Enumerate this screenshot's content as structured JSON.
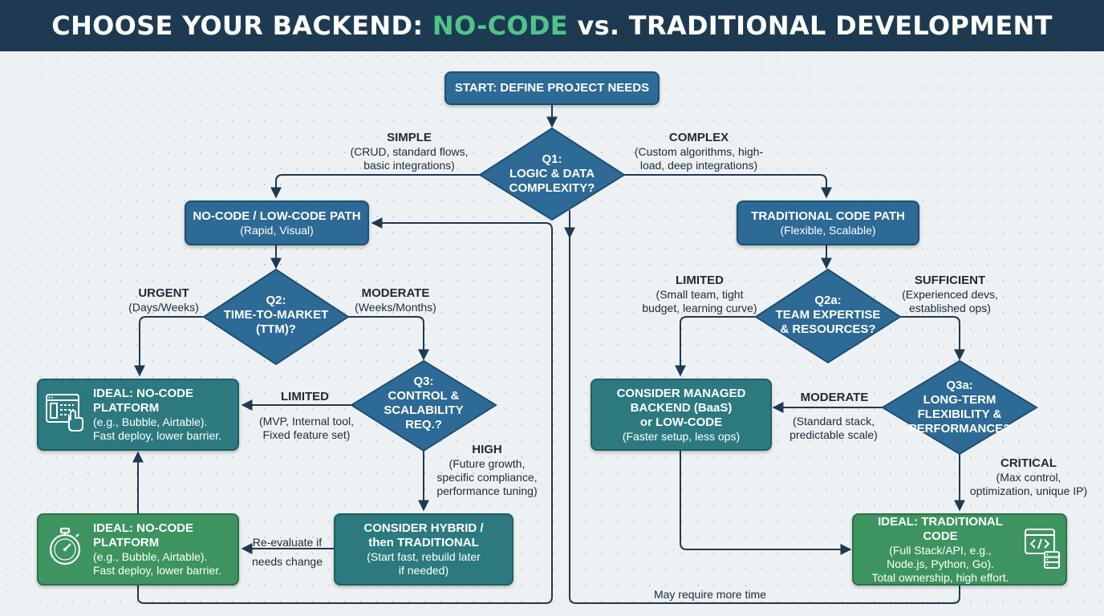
{
  "header": {
    "title_pre": "CHOOSE YOUR BACKEND: ",
    "title_accent": "NO-CODE",
    "title_post": " vs. TRADITIONAL DEVELOPMENT"
  },
  "colors": {
    "header_bg": "#1e3a52",
    "accent": "#4fc48a",
    "blue_node": "#2d6a96",
    "teal_node": "#2c7a80",
    "green_node": "#3d9460",
    "connector": "#1e3a52"
  },
  "nodes": {
    "start": {
      "title": "START: DEFINE PROJECT NEEDS"
    },
    "q1": {
      "line1": "Q1:",
      "line2": "LOGIC & DATA",
      "line3": "COMPLEXITY?"
    },
    "nocode_path": {
      "title": "NO-CODE / LOW-CODE PATH",
      "sub": "(Rapid, Visual)"
    },
    "trad_path": {
      "title": "TRADITIONAL CODE PATH",
      "sub": "(Flexible, Scalable)"
    },
    "q2": {
      "line1": "Q2:",
      "line2": "TIME-TO-MARKET",
      "line3": "(TTM)?"
    },
    "q3": {
      "line1": "Q3:",
      "line2": "CONTROL &",
      "line3": "SCALABILITY",
      "line4": "REQ.?"
    },
    "q2a": {
      "line1": "Q2a:",
      "line2": "TEAM EXPERTISE",
      "line3": "& RESOURCES?"
    },
    "q3a": {
      "line1": "Q3a:",
      "line2": "LONG-TERM",
      "line3": "FLEXIBILITY &",
      "line4": "PERFORMANCE?"
    },
    "ideal_nocode_1": {
      "title1": "IDEAL: NO-CODE",
      "title2": "PLATFORM",
      "sub1": "(e.g., Bubble, Airtable).",
      "sub2": "Fast deploy, lower barrier.",
      "icon": "visual-builder-icon"
    },
    "ideal_nocode_2": {
      "title1": "IDEAL: NO-CODE",
      "title2": "PLATFORM",
      "sub1": "(e.g., Bubble, Airtable).",
      "sub2": "Fast deploy, lower barrier.",
      "icon": "stopwatch-icon"
    },
    "hybrid": {
      "title1": "CONSIDER HYBRID /",
      "title2": "then TRADITIONAL",
      "sub1": "(Start fast, rebuild later",
      "sub2": "if needed)"
    },
    "managed": {
      "title1": "CONSIDER MANAGED",
      "title2": "BACKEND (BaaS)",
      "title3": "or LOW-CODE",
      "sub1": "(Faster setup, less ops)"
    },
    "ideal_trad": {
      "title1": "IDEAL: TRADITIONAL CODE",
      "sub1": "(Full Stack/API, e.g.,",
      "sub2": "Node.js, Python, Go).",
      "sub3": "Total ownership, high effort.",
      "icon": "code-window-icon"
    }
  },
  "labels": {
    "simple": {
      "head": "SIMPLE",
      "l1": "(CRUD, standard flows,",
      "l2": "basic integrations)"
    },
    "complex": {
      "head": "COMPLEX",
      "l1": "(Custom algorithms, high-",
      "l2": "load, deep integrations)"
    },
    "urgent": {
      "head": "URGENT",
      "l1": "(Days/Weeks)"
    },
    "moderate_ttm": {
      "head": "MODERATE",
      "l1": "(Weeks/Months)"
    },
    "limited_q3": {
      "head": "LIMITED",
      "l1": "(MVP, Internal tool,",
      "l2": "Fixed feature set)"
    },
    "high": {
      "head": "HIGH",
      "l1": "(Future growth,",
      "l2": "specific compliance,",
      "l3": "performance tuning)"
    },
    "limited_q2a": {
      "head": "LIMITED",
      "l1": "(Small team, tight",
      "l2": "budget, learning curve)"
    },
    "sufficient": {
      "head": "SUFFICIENT",
      "l1": "(Experienced devs,",
      "l2": "established ops)"
    },
    "moderate_q3a": {
      "head": "MODERATE",
      "l1": "(Standard stack,",
      "l2": "predictable scale)"
    },
    "critical": {
      "head": "CRITICAL",
      "l1": "(Max control,",
      "l2": "optimization, unique IP)"
    },
    "reevaluate": {
      "l1": "Re-evaluate if",
      "l2": "needs change"
    },
    "more_time": {
      "l1": "May require more time"
    }
  }
}
